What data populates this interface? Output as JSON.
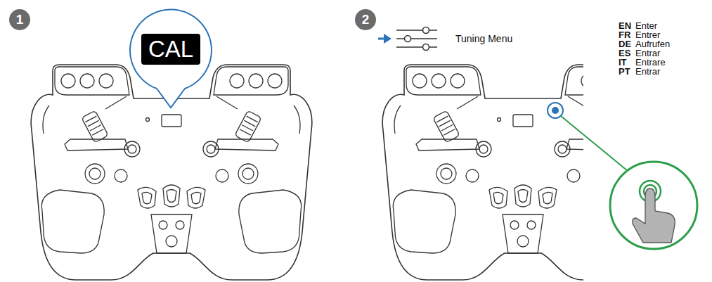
{
  "diagram": {
    "nodes": [
      {
        "text": [
          "1"
        ]
      },
      {
        "text": [
          "CAL"
        ]
      },
      {
        "text": [
          "2"
        ]
      }
    ],
    "labels": [
      "Tuning Menu",
      "EN",
      "Enter",
      "FR",
      "Entrer",
      "DE",
      "Aufrufen",
      "ES",
      "Entrar",
      "IT",
      "Entrare",
      "PT",
      "Entrar"
    ]
  }
}
